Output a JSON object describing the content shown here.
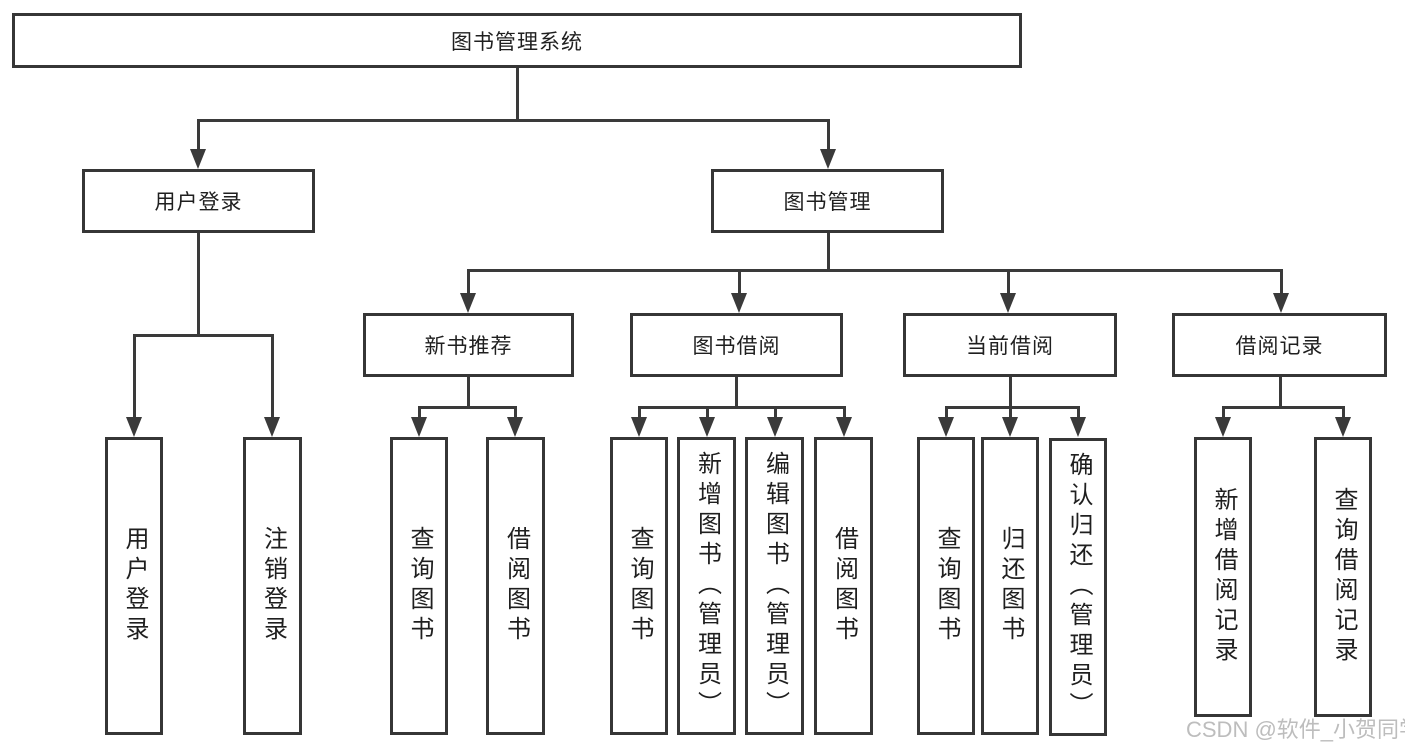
{
  "diagram": {
    "title": "图书管理系统",
    "nodes": {
      "root": {
        "label": "图书管理系统"
      },
      "user_login": {
        "label": "用户登录"
      },
      "book_management": {
        "label": "图书管理"
      },
      "new_book_rec": {
        "label": "新书推荐"
      },
      "book_borrow": {
        "label": "图书借阅"
      },
      "current_borrow": {
        "label": "当前借阅"
      },
      "borrow_records": {
        "label": "借阅记录"
      },
      "leaf_user_login": {
        "label": "用户登录"
      },
      "leaf_logout": {
        "label": "注销登录"
      },
      "nb_query_book": {
        "label": "查询图书"
      },
      "nb_borrow_book": {
        "label": "借阅图书"
      },
      "bb_query_book": {
        "label": "查询图书"
      },
      "bb_add_book": {
        "label": "新增图书（管理员）"
      },
      "bb_edit_book": {
        "label": "编辑图书（管理员）"
      },
      "bb_borrow_book": {
        "label": "借阅图书"
      },
      "cb_query_book": {
        "label": "查询图书"
      },
      "cb_return_book": {
        "label": "归还图书"
      },
      "cb_confirm_return": {
        "label": "确认归还（管理员）"
      },
      "br_add_record": {
        "label": "新增借阅记录"
      },
      "br_query_record": {
        "label": "查询借阅记录"
      }
    },
    "structure": {
      "root": [
        "user_login",
        "book_management"
      ],
      "user_login": [
        "leaf_user_login",
        "leaf_logout"
      ],
      "book_management": [
        "new_book_rec",
        "book_borrow",
        "current_borrow",
        "borrow_records"
      ],
      "new_book_rec": [
        "nb_query_book",
        "nb_borrow_book"
      ],
      "book_borrow": [
        "bb_query_book",
        "bb_add_book",
        "bb_edit_book",
        "bb_borrow_book"
      ],
      "current_borrow": [
        "cb_query_book",
        "cb_return_book",
        "cb_confirm_return"
      ],
      "borrow_records": [
        "br_add_record",
        "br_query_record"
      ]
    }
  },
  "watermark": {
    "text": "CSDN @软件_小贺同学"
  },
  "colors": {
    "background": "#ffffff",
    "box_fill": "#ffffff",
    "box_border": "#363636",
    "connector": "#3a3a3a",
    "text": "#1f1f1f",
    "watermark": "#b9b9b9"
  }
}
